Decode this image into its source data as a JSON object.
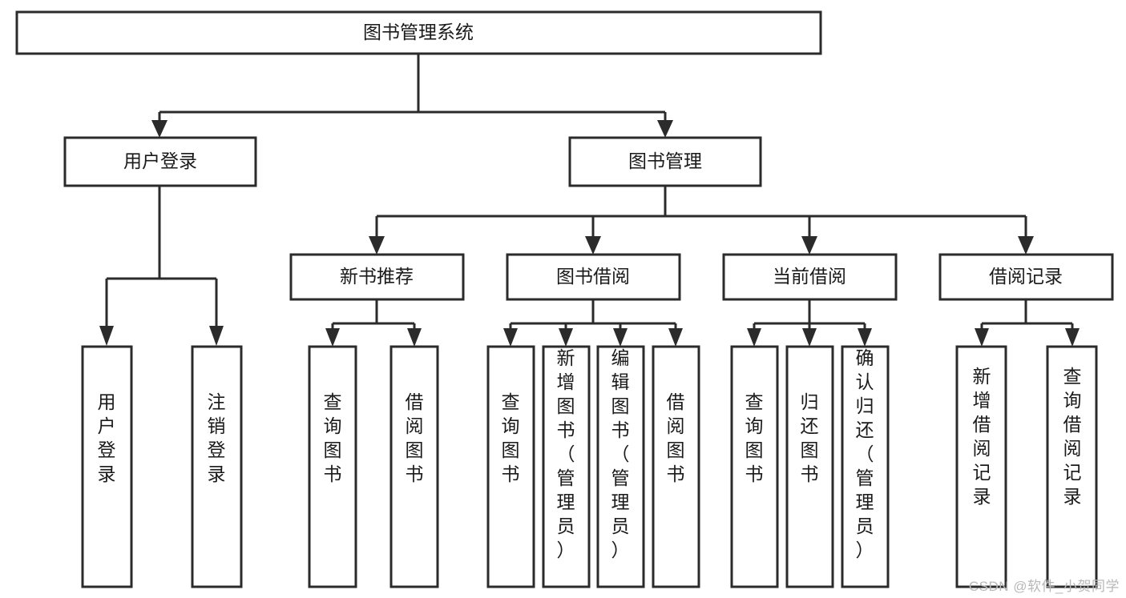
{
  "diagram": {
    "type": "tree-hierarchy-chart",
    "title": "图书管理系统",
    "watermark": "CSDN @软件_小贺同学",
    "colors": {
      "stroke": "#2b2b2b",
      "fill": "#ffffff",
      "text": "#1a1a1a",
      "watermark": "#b8b8b8"
    },
    "levels": [
      {
        "level": 1,
        "nodes": [
          {
            "id": "root",
            "label": "图书管理系统",
            "orientation": "horizontal"
          }
        ]
      },
      {
        "level": 2,
        "nodes": [
          {
            "id": "user-login",
            "label": "用户登录",
            "orientation": "horizontal",
            "parent": "root"
          },
          {
            "id": "book-manage",
            "label": "图书管理",
            "orientation": "horizontal",
            "parent": "root"
          }
        ]
      },
      {
        "level": 3,
        "nodes": [
          {
            "id": "new-book-rec",
            "label": "新书推荐",
            "orientation": "horizontal",
            "parent": "book-manage"
          },
          {
            "id": "book-borrow",
            "label": "图书借阅",
            "orientation": "horizontal",
            "parent": "book-manage"
          },
          {
            "id": "current-borrow",
            "label": "当前借阅",
            "orientation": "horizontal",
            "parent": "book-manage"
          },
          {
            "id": "borrow-record",
            "label": "借阅记录",
            "orientation": "horizontal",
            "parent": "book-manage"
          }
        ]
      },
      {
        "level": 4,
        "nodes": [
          {
            "id": "leaf-user-login",
            "label": "用户登录",
            "orientation": "vertical",
            "parent": "user-login"
          },
          {
            "id": "leaf-logout",
            "label": "注销登录",
            "orientation": "vertical",
            "parent": "user-login"
          },
          {
            "id": "leaf-query-book-1",
            "label": "查询图书",
            "orientation": "vertical",
            "parent": "new-book-rec"
          },
          {
            "id": "leaf-borrow-book-1",
            "label": "借阅图书",
            "orientation": "vertical",
            "parent": "new-book-rec"
          },
          {
            "id": "leaf-query-book-2",
            "label": "查询图书",
            "orientation": "vertical",
            "parent": "book-borrow"
          },
          {
            "id": "leaf-add-book",
            "label": "新增图书（管理员）",
            "orientation": "vertical",
            "parent": "book-borrow"
          },
          {
            "id": "leaf-edit-book",
            "label": "编辑图书（管理员）",
            "orientation": "vertical",
            "parent": "book-borrow"
          },
          {
            "id": "leaf-borrow-book-2",
            "label": "借阅图书",
            "orientation": "vertical",
            "parent": "book-borrow"
          },
          {
            "id": "leaf-query-book-3",
            "label": "查询图书",
            "orientation": "vertical",
            "parent": "current-borrow"
          },
          {
            "id": "leaf-return-book",
            "label": "归还图书",
            "orientation": "vertical",
            "parent": "current-borrow"
          },
          {
            "id": "leaf-confirm-return",
            "label": "确认归还（管理员）",
            "orientation": "vertical",
            "parent": "current-borrow"
          },
          {
            "id": "leaf-add-record",
            "label": "新增借阅记录",
            "orientation": "vertical",
            "parent": "borrow-record"
          },
          {
            "id": "leaf-query-record",
            "label": "查询借阅记录",
            "orientation": "vertical",
            "parent": "borrow-record"
          }
        ]
      }
    ]
  }
}
